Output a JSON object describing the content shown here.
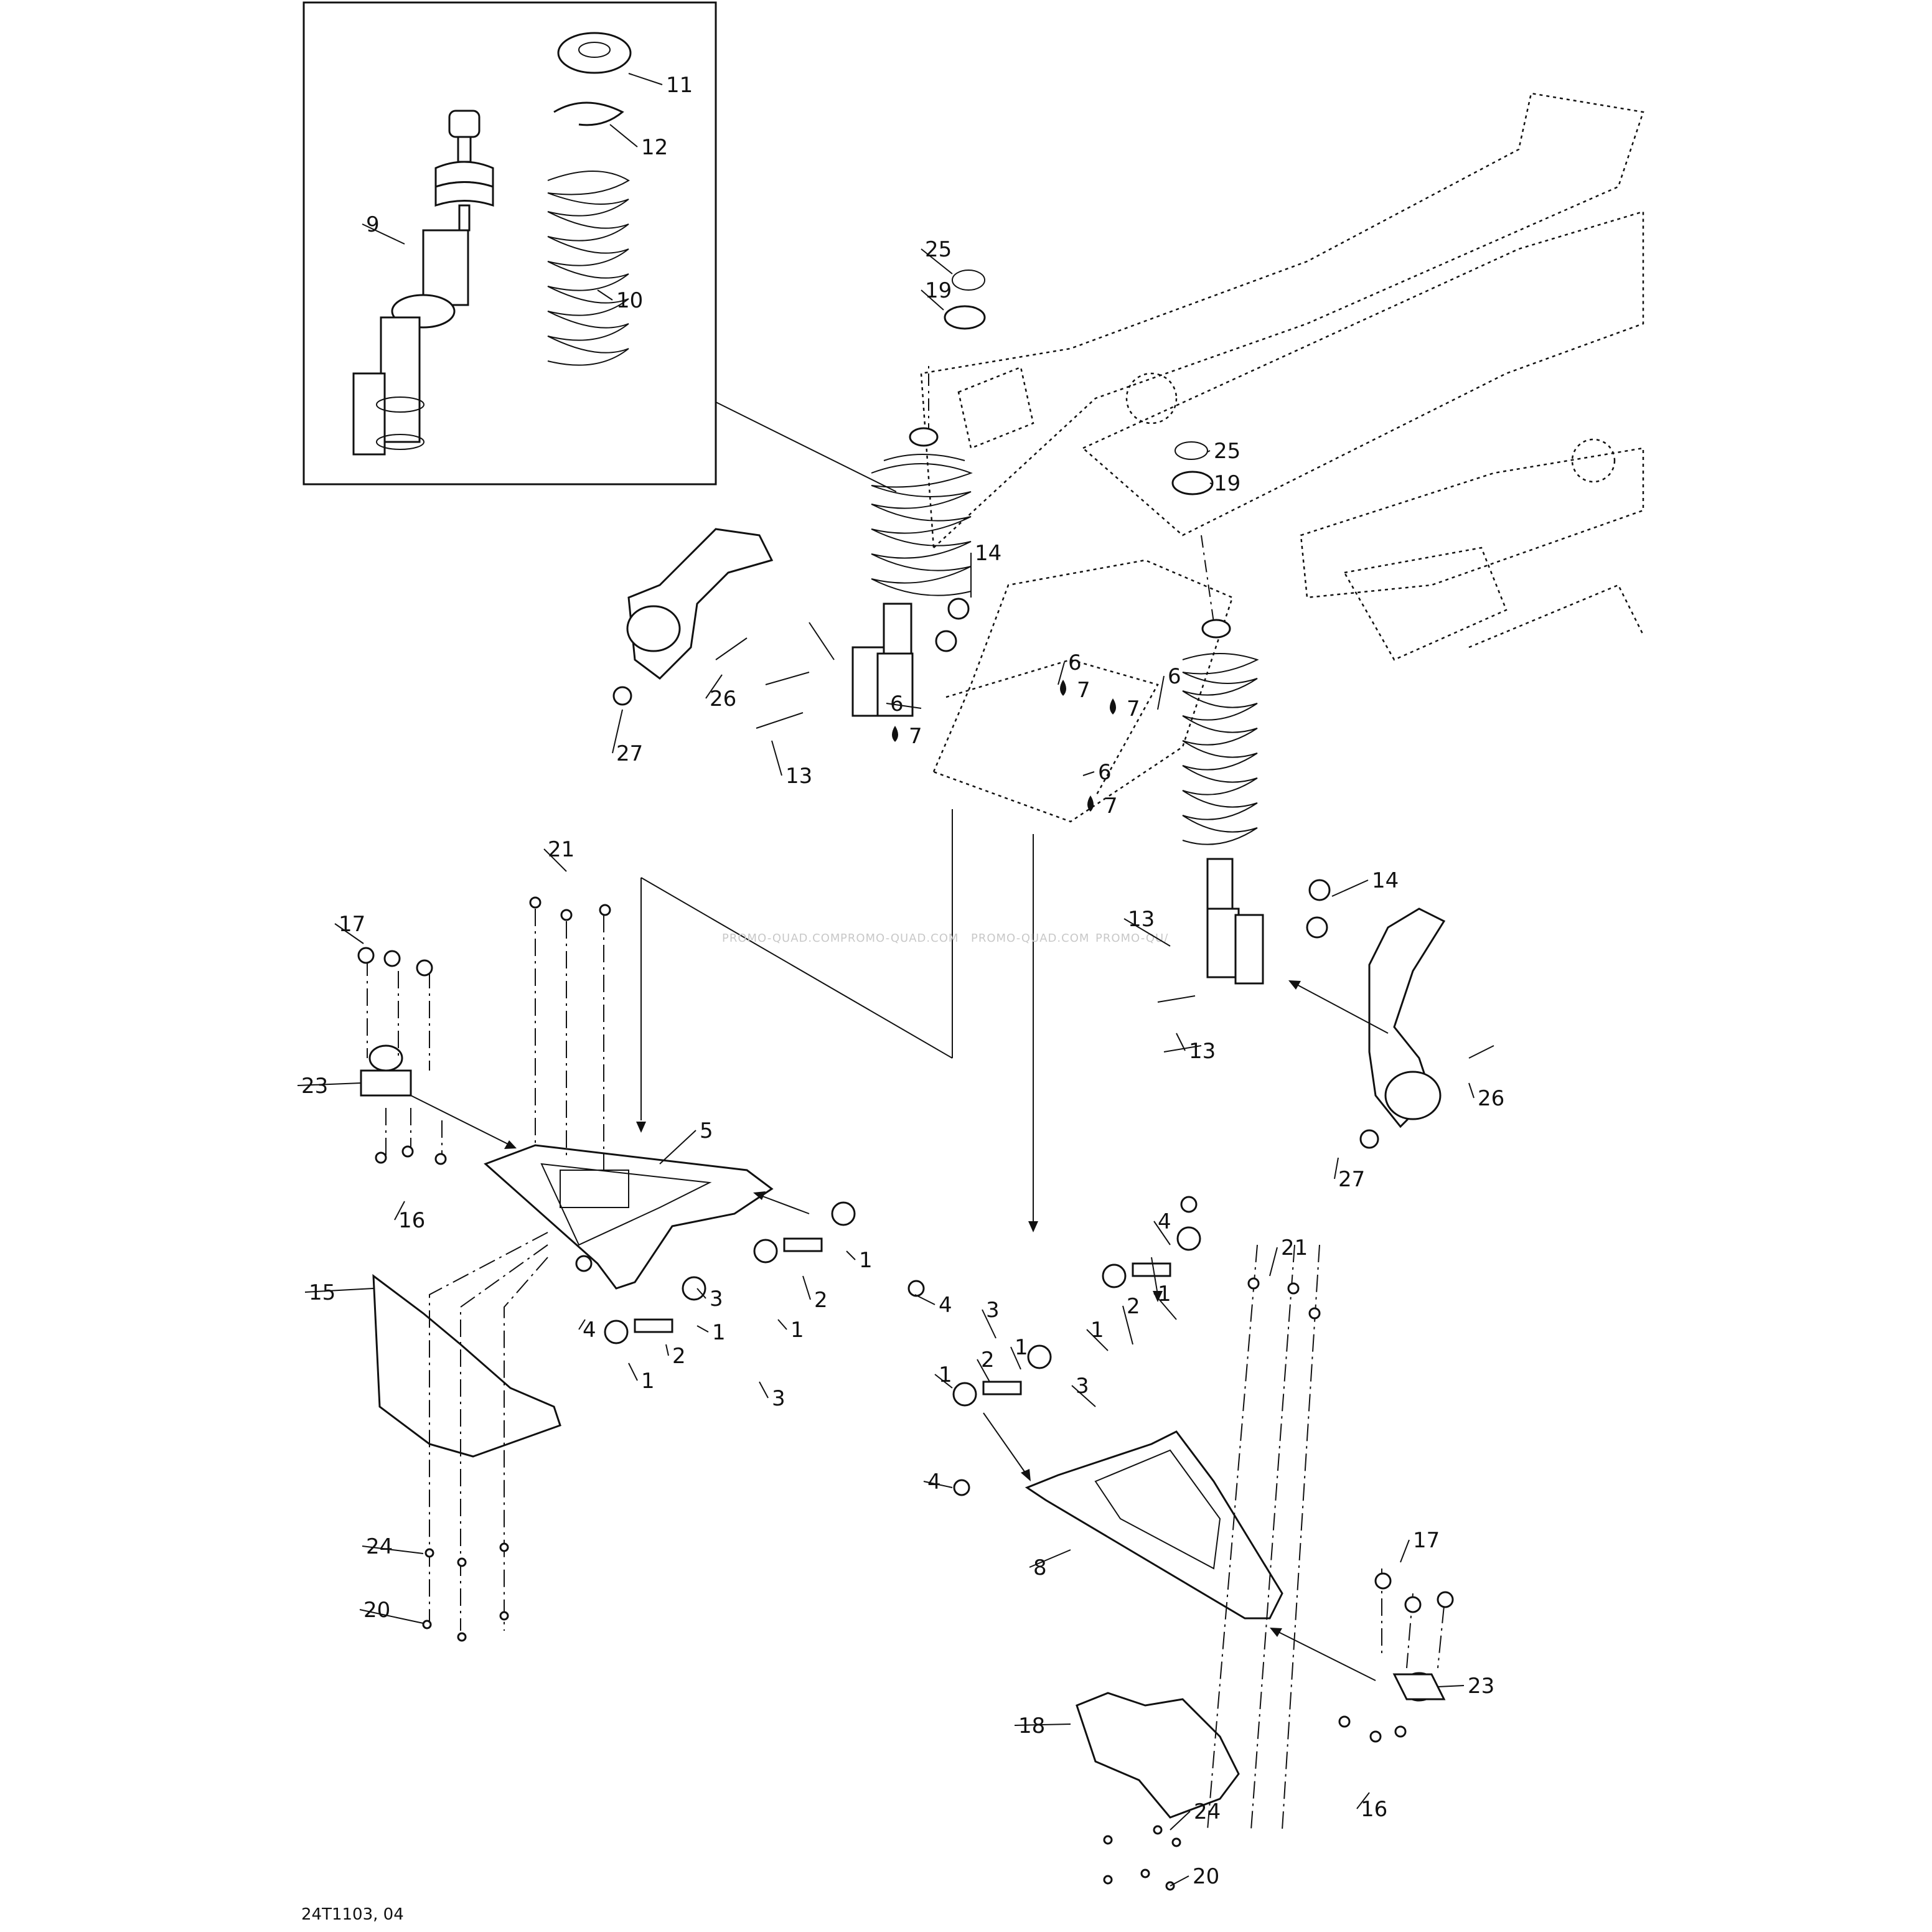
{
  "diagram": {
    "drawing_code": "24T1103, 04",
    "watermarks": [
      "PROMO-QUAD.COM",
      "PROMO-QUAD.COM",
      "PROMO-QUAD.COM",
      "PROMO-QU/"
    ],
    "callouts": [
      {
        "id": "c11",
        "label": "11"
      },
      {
        "id": "c12",
        "label": "12"
      },
      {
        "id": "c9",
        "label": "9"
      },
      {
        "id": "c10",
        "label": "10"
      },
      {
        "id": "c25a",
        "label": "25"
      },
      {
        "id": "c19a",
        "label": "19"
      },
      {
        "id": "c25b",
        "label": "25"
      },
      {
        "id": "c19b",
        "label": "19"
      },
      {
        "id": "c14a",
        "label": "14"
      },
      {
        "id": "c26a",
        "label": "26"
      },
      {
        "id": "c27a",
        "label": "27"
      },
      {
        "id": "c13a",
        "label": "13"
      },
      {
        "id": "c6a",
        "label": "6"
      },
      {
        "id": "c7a",
        "label": "7"
      },
      {
        "id": "c6b",
        "label": "6"
      },
      {
        "id": "c7b",
        "label": "7"
      },
      {
        "id": "c6c",
        "label": "6"
      },
      {
        "id": "c7c",
        "label": "7"
      },
      {
        "id": "c6d",
        "label": "6"
      },
      {
        "id": "c7d",
        "label": "7"
      },
      {
        "id": "c21a",
        "label": "21"
      },
      {
        "id": "c17a",
        "label": "17"
      },
      {
        "id": "c23a",
        "label": "23"
      },
      {
        "id": "c16a",
        "label": "16"
      },
      {
        "id": "c5",
        "label": "5"
      },
      {
        "id": "c3a",
        "label": "3"
      },
      {
        "id": "c2a",
        "label": "2"
      },
      {
        "id": "c1a",
        "label": "1"
      },
      {
        "id": "c4a",
        "label": "4"
      },
      {
        "id": "c1b",
        "label": "1"
      },
      {
        "id": "c4b",
        "label": "4"
      },
      {
        "id": "c1c",
        "label": "1"
      },
      {
        "id": "c2b",
        "label": "2"
      },
      {
        "id": "c1d",
        "label": "1"
      },
      {
        "id": "c3b",
        "label": "3"
      },
      {
        "id": "c15",
        "label": "15"
      },
      {
        "id": "c24a",
        "label": "24"
      },
      {
        "id": "c20a",
        "label": "20"
      },
      {
        "id": "c14b",
        "label": "14"
      },
      {
        "id": "c13b",
        "label": "13"
      },
      {
        "id": "c13c",
        "label": "13"
      },
      {
        "id": "c26b",
        "label": "26"
      },
      {
        "id": "c27b",
        "label": "27"
      },
      {
        "id": "c4c",
        "label": "4"
      },
      {
        "id": "c21b",
        "label": "21"
      },
      {
        "id": "c3c",
        "label": "3"
      },
      {
        "id": "c2c",
        "label": "2"
      },
      {
        "id": "c1e",
        "label": "1"
      },
      {
        "id": "c1f",
        "label": "1"
      },
      {
        "id": "c1g",
        "label": "1"
      },
      {
        "id": "c2d",
        "label": "2"
      },
      {
        "id": "c1h",
        "label": "1"
      },
      {
        "id": "c3d",
        "label": "3"
      },
      {
        "id": "c4d",
        "label": "4"
      },
      {
        "id": "c8",
        "label": "8"
      },
      {
        "id": "c17b",
        "label": "17"
      },
      {
        "id": "c23b",
        "label": "23"
      },
      {
        "id": "c16b",
        "label": "16"
      },
      {
        "id": "c18",
        "label": "18"
      },
      {
        "id": "c24b",
        "label": "24"
      },
      {
        "id": "c20b",
        "label": "20"
      }
    ]
  }
}
